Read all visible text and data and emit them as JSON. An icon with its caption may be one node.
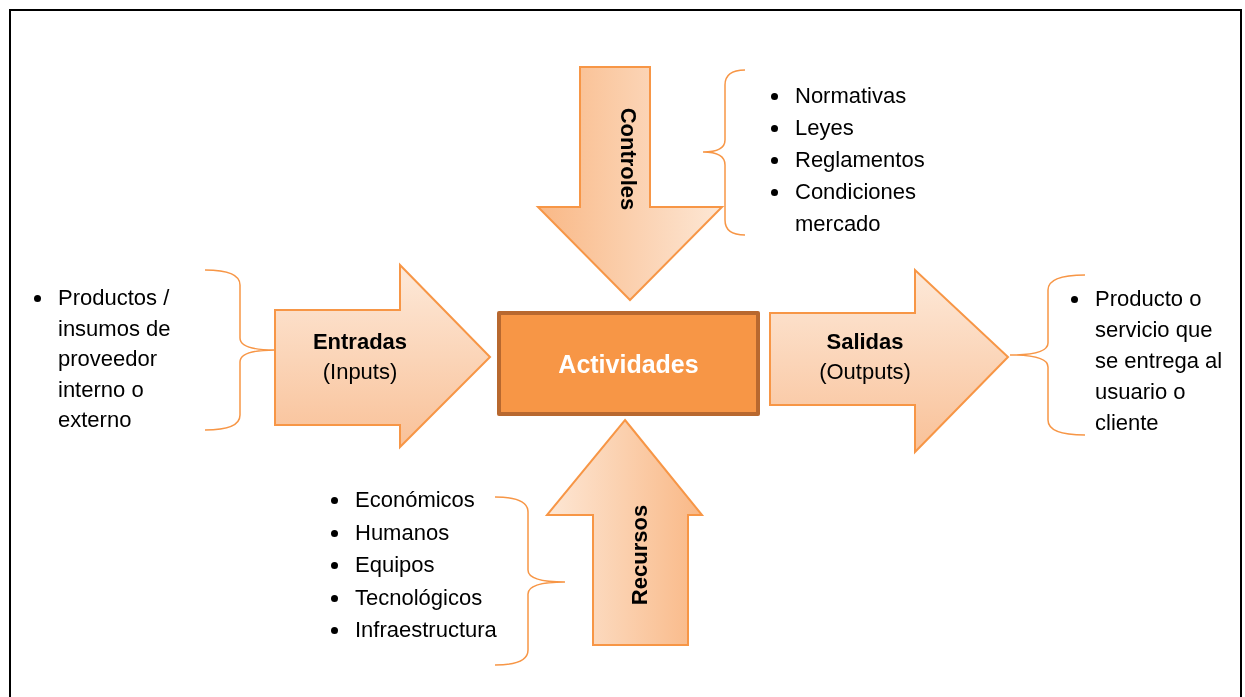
{
  "diagram": {
    "nodes": [
      {
        "text": [
          "Controles"
        ]
      },
      {
        "text": [
          "Entradas",
          "(Inputs)"
        ]
      },
      {
        "text": [
          "Actividades"
        ]
      },
      {
        "text": [
          "Salidas",
          "(Outputs)"
        ]
      },
      {
        "text": [
          "Recursos"
        ]
      }
    ],
    "labels": [
      "Normativas",
      "Leyes",
      "Reglamentos",
      "Condiciones mercado",
      "Productos / insumos de proveedor interno o externo",
      "Producto o servicio que se entrega al usuario o cliente",
      "Económicos",
      "Humanos",
      "Equipos",
      "Tecnológicos",
      "Infraestructura"
    ]
  }
}
